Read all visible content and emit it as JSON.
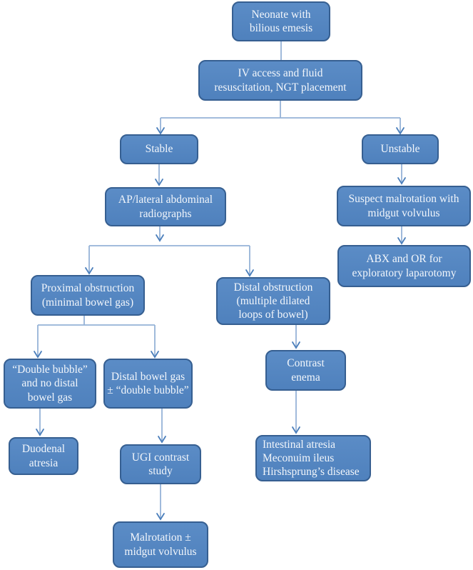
{
  "colors": {
    "background": "#ffffff",
    "node_fill": "#4f81bd",
    "node_fill_light": "#5b8cc6",
    "node_border": "#365f91",
    "connector_line": "#95b3d7",
    "arrowhead": "#4a7ebb",
    "node_text": "#f2f6fb"
  },
  "nodes": {
    "neonate": {
      "label": "Neonate with\nbilious emesis"
    },
    "iv_access": {
      "label": "IV access and fluid\nresuscitation, NGT placement"
    },
    "stable": {
      "label": "Stable"
    },
    "unstable": {
      "label": "Unstable"
    },
    "radiographs": {
      "label": "AP/lateral abdominal\nradiographs"
    },
    "suspect_malrotation": {
      "label": "Suspect malrotation with\nmidgut volvulus"
    },
    "abx_or": {
      "label": "ABX and OR for\nexploratory laparotomy"
    },
    "proximal_obstruction": {
      "label": "Proximal obstruction\n(minimal bowel gas)"
    },
    "distal_obstruction": {
      "label": "Distal obstruction\n(multiple dilated\nloops of bowel)"
    },
    "double_bubble": {
      "label": "“Double bubble”\nand no distal\nbowel gas"
    },
    "distal_bowel_gas": {
      "label": "Distal bowel gas\n± “double bubble”"
    },
    "contrast_enema": {
      "label": "Contrast\nenema"
    },
    "duodenal_atresia": {
      "label": "Duodenal\natresia"
    },
    "ugi_contrast": {
      "label": "UGI contrast\nstudy"
    },
    "distal_diagnoses": {
      "label": "Intestinal atresia\nMeconuim ileus\nHirshsprung’s disease"
    },
    "malrotation": {
      "label": "Malrotation ±\nmidgut volvulus"
    }
  }
}
